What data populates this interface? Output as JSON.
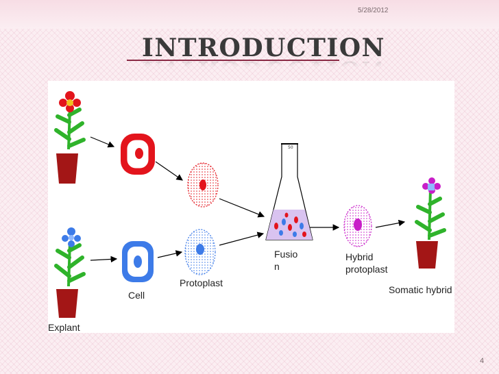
{
  "slide": {
    "date": "5/28/2012",
    "title": "INTRODUCTION",
    "page_number": "4"
  },
  "diagram": {
    "labels": {
      "explant": "Explant",
      "cell": "Cell",
      "protoplast": "Protoplast",
      "fusion": "Fusio\nn",
      "hybrid_protoplast": "Hybrid\nprotoplast",
      "somatic_hybrid": "Somatic hybrid"
    },
    "colors": {
      "red_flower": "#e3141c",
      "blue_flower": "#3d7be8",
      "hybrid": "#c81ec8",
      "stem": "#2fb32b",
      "pot": "#a31616"
    }
  }
}
